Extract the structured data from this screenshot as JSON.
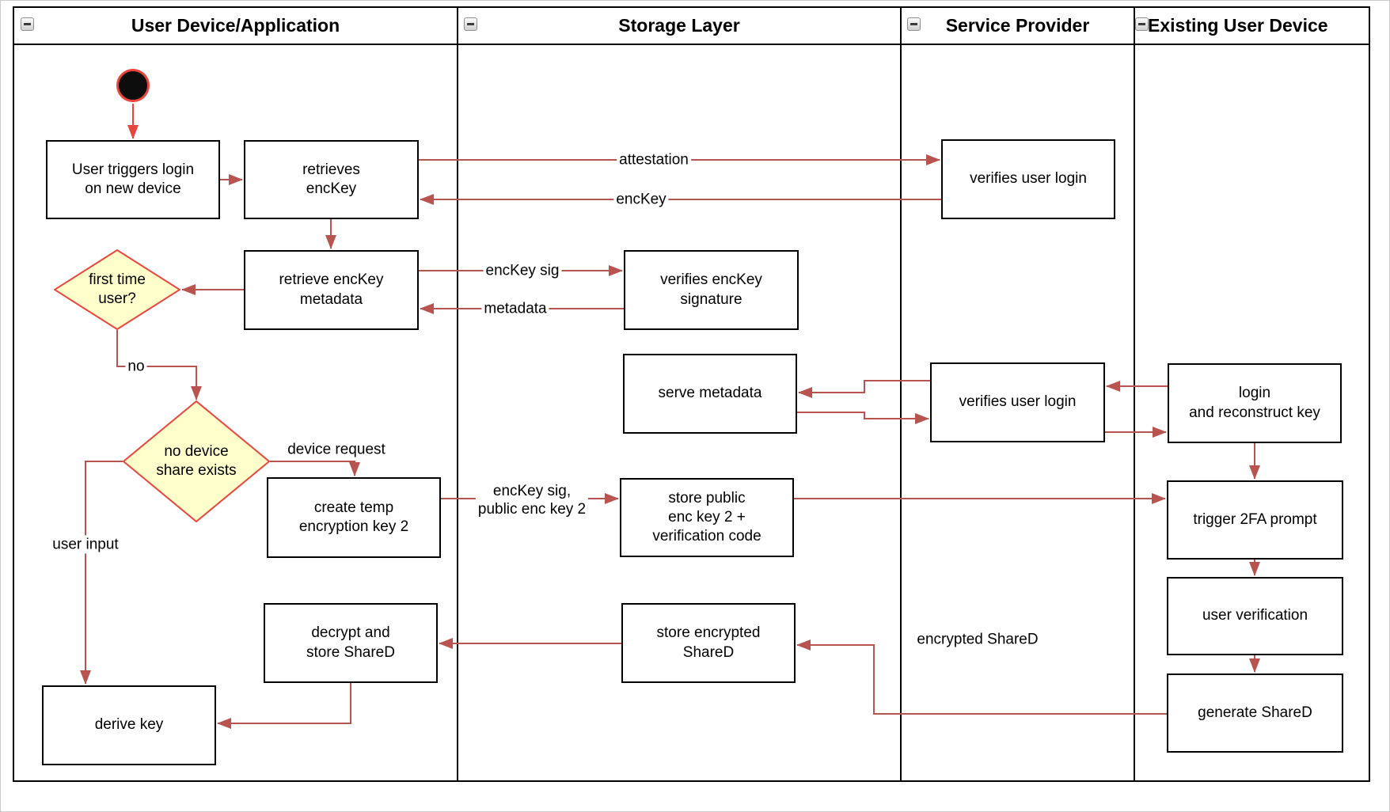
{
  "lanes": [
    {
      "id": "user-device-application",
      "title": "User Device/Application"
    },
    {
      "id": "storage-layer",
      "title": "Storage Layer"
    },
    {
      "id": "service-provider",
      "title": "Service Provider"
    },
    {
      "id": "existing-user-device",
      "title": "Existing User Device"
    }
  ],
  "nodes": {
    "user_triggers": "User triggers login\non new device",
    "retrieves_enckey": "retrieves\nencKey",
    "verifies_user_login_1": "verifies user login",
    "retrieve_enckey_metadata": "retrieve encKey\nmetadata",
    "verifies_enckey_signature": "verifies encKey\nsignature",
    "first_time_user": "first time\nuser?",
    "serve_metadata": "serve metadata",
    "verifies_user_login_2": "verifies user login",
    "login_reconstruct": "login\nand reconstruct key",
    "no_device_share": "no device\nshare exists",
    "create_temp_key": "create temp\nencryption key 2",
    "store_public_key": "store public\nenc key 2 +\nverification code",
    "trigger_2fa": "trigger 2FA prompt",
    "user_verification": "user verification",
    "generate_shared": "generate ShareD",
    "store_encrypted_shared": "store encrypted\nShareD",
    "decrypt_store_shared": "decrypt and\nstore ShareD",
    "derive_key": "derive key"
  },
  "edge_labels": {
    "attestation": "attestation",
    "enckey": "encKey",
    "enckey_sig": "encKey sig",
    "metadata": "metadata",
    "no": "no",
    "device_request": "device request",
    "enckey_sig_public": "encKey sig,\npublic enc key 2",
    "user_input": "user input",
    "encrypted_shared": "encrypted ShareD"
  },
  "colors": {
    "arrow": "#B85450",
    "start_accent": "#E8463C",
    "decision_fill": "#FFFFCC",
    "decision_border": "#E8463C",
    "node_border": "#000000"
  }
}
